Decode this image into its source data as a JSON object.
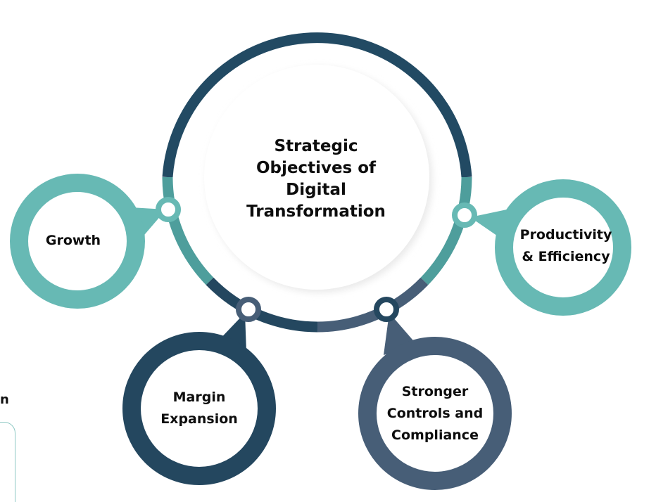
{
  "center": {
    "title": "Strategic\nObjectives of\nDigital\nTransformation"
  },
  "objectives": [
    {
      "label": "Growth",
      "color": "#67b9b4"
    },
    {
      "label": "Productivity\n& Efficiency",
      "color": "#67b9b4"
    },
    {
      "label": "Margin\nExpansion",
      "color": "#24475f"
    },
    {
      "label": "Stronger\nControls and\nCompliance",
      "color": "#475e77"
    }
  ],
  "colors": {
    "ring_dark": "#224a63",
    "ring_teal": "#4e9e9c",
    "teal_light": "#67b9b4",
    "navy": "#24475f",
    "slate": "#475e77"
  },
  "edge": {
    "glyph": "n"
  }
}
